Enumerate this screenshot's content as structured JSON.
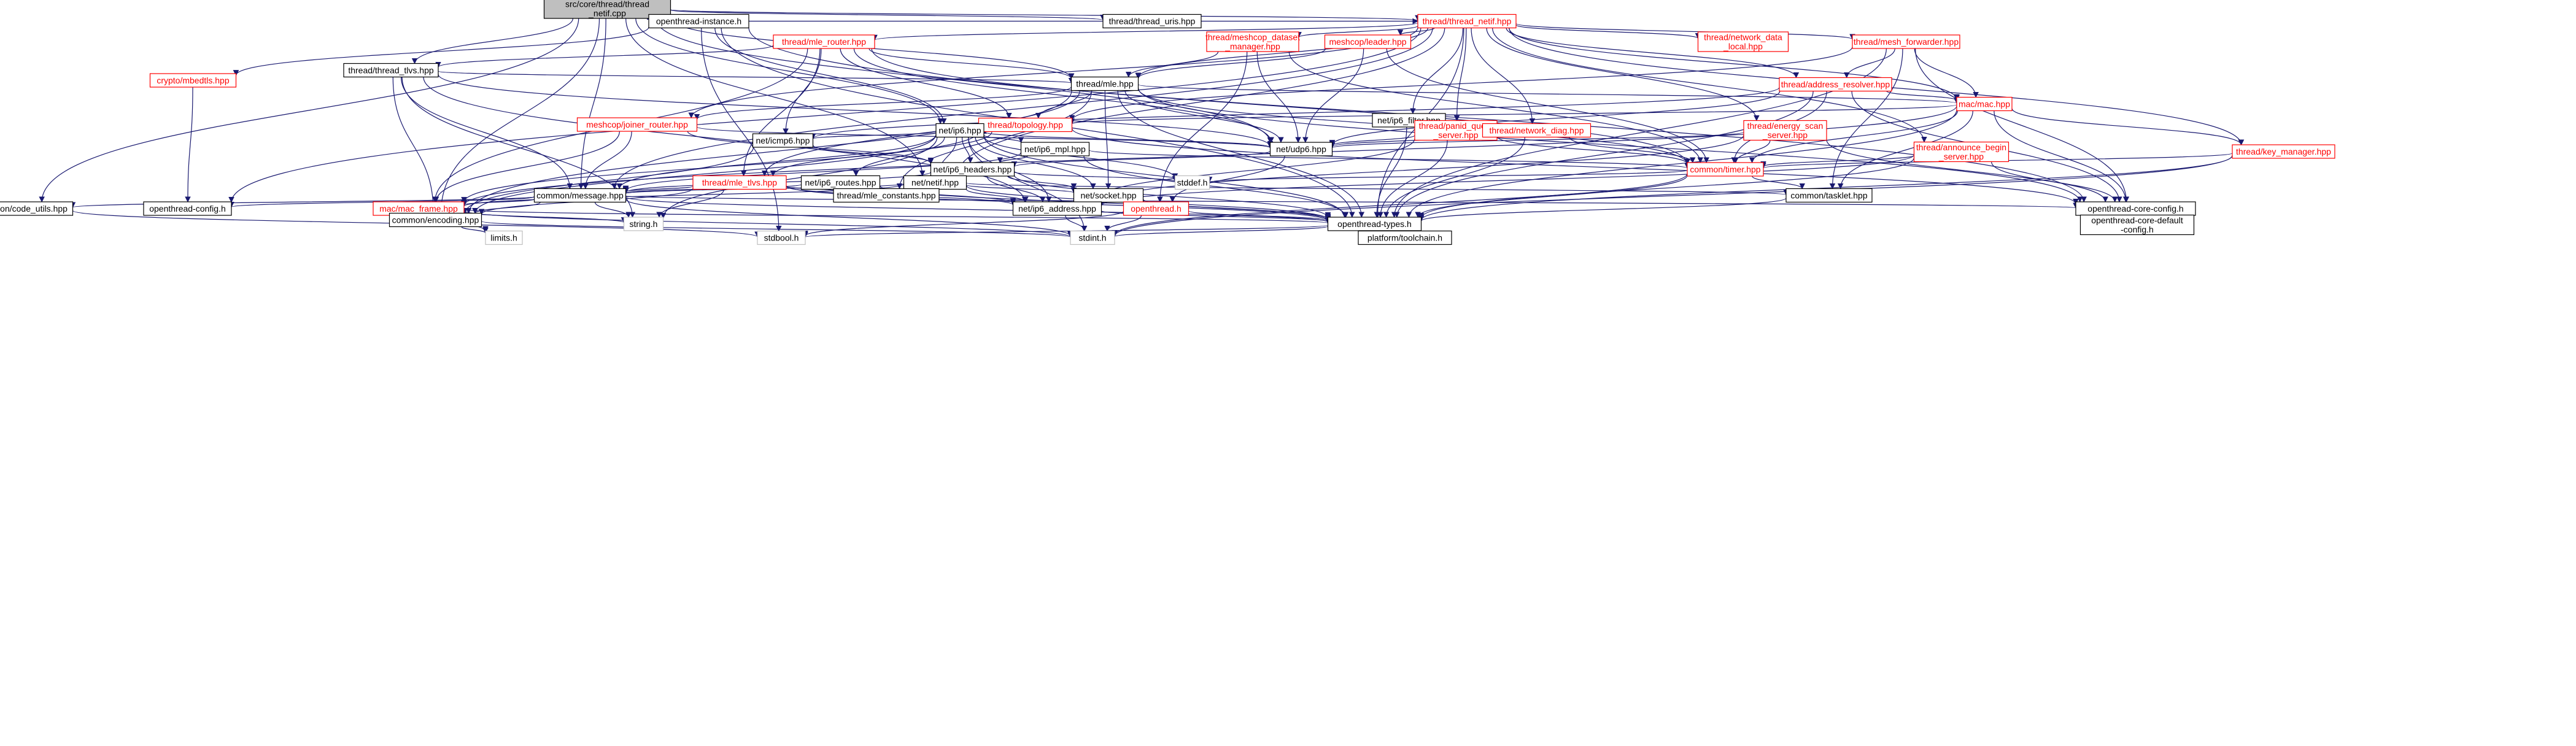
{
  "diagram": {
    "nodes": [
      {
        "id": "root",
        "lines": [
          "src/core/thread/thread",
          "_netif.cpp"
        ],
        "style": "root"
      },
      {
        "id": "openthread_instance",
        "lines": [
          "openthread-instance.h"
        ],
        "style": "black"
      },
      {
        "id": "thread_uris",
        "lines": [
          "thread/thread_uris.hpp"
        ],
        "style": "black"
      },
      {
        "id": "thread_netif",
        "lines": [
          "thread/thread_netif.hpp"
        ],
        "style": "red"
      },
      {
        "id": "mle_router",
        "lines": [
          "thread/mle_router.hpp"
        ],
        "style": "red"
      },
      {
        "id": "thread_tlvs",
        "lines": [
          "thread/thread_tlvs.hpp"
        ],
        "style": "black"
      },
      {
        "id": "meshcop_dataset_manager",
        "lines": [
          "thread/meshcop_dataset",
          "_manager.hpp"
        ],
        "style": "red"
      },
      {
        "id": "meshcop_leader",
        "lines": [
          "meshcop/leader.hpp"
        ],
        "style": "red"
      },
      {
        "id": "network_data_local",
        "lines": [
          "thread/network_data",
          "_local.hpp"
        ],
        "style": "red"
      },
      {
        "id": "mesh_forwarder",
        "lines": [
          "thread/mesh_forwarder.hpp"
        ],
        "style": "red"
      },
      {
        "id": "crypto_mbedtls",
        "lines": [
          "crypto/mbedtls.hpp"
        ],
        "style": "red"
      },
      {
        "id": "thread_mle",
        "lines": [
          "thread/mle.hpp"
        ],
        "style": "black"
      },
      {
        "id": "address_resolver",
        "lines": [
          "thread/address_resolver.hpp"
        ],
        "style": "red"
      },
      {
        "id": "mac_mac",
        "lines": [
          "mac/mac.hpp"
        ],
        "style": "red"
      },
      {
        "id": "topology",
        "lines": [
          "thread/topology.hpp"
        ],
        "style": "red"
      },
      {
        "id": "ip6_filter",
        "lines": [
          "net/ip6_filter.hpp"
        ],
        "style": "black"
      },
      {
        "id": "joiner_router",
        "lines": [
          "meshcop/joiner_router.hpp"
        ],
        "style": "red"
      },
      {
        "id": "net_ip6",
        "lines": [
          "net/ip6.hpp"
        ],
        "style": "black"
      },
      {
        "id": "panid_query_server",
        "lines": [
          "thread/panid_query",
          "_server.hpp"
        ],
        "style": "red"
      },
      {
        "id": "network_diag",
        "lines": [
          "thread/network_diag.hpp"
        ],
        "style": "red"
      },
      {
        "id": "energy_scan_server",
        "lines": [
          "thread/energy_scan",
          "_server.hpp"
        ],
        "style": "red"
      },
      {
        "id": "icmp6",
        "lines": [
          "net/icmp6.hpp"
        ],
        "style": "black"
      },
      {
        "id": "ip6_mpl",
        "lines": [
          "net/ip6_mpl.hpp"
        ],
        "style": "black"
      },
      {
        "id": "net_udp6",
        "lines": [
          "net/udp6.hpp"
        ],
        "style": "black"
      },
      {
        "id": "announce_begin_server",
        "lines": [
          "thread/announce_begin",
          "_server.hpp"
        ],
        "style": "red"
      },
      {
        "id": "key_manager",
        "lines": [
          "thread/key_manager.hpp"
        ],
        "style": "red"
      },
      {
        "id": "ip6_headers",
        "lines": [
          "net/ip6_headers.hpp"
        ],
        "style": "black"
      },
      {
        "id": "common_timer",
        "lines": [
          "common/timer.hpp"
        ],
        "style": "red"
      },
      {
        "id": "mle_tlvs",
        "lines": [
          "thread/mle_tlvs.hpp"
        ],
        "style": "red"
      },
      {
        "id": "ip6_routes",
        "lines": [
          "net/ip6_routes.hpp"
        ],
        "style": "black"
      },
      {
        "id": "net_netif",
        "lines": [
          "net/netif.hpp"
        ],
        "style": "black"
      },
      {
        "id": "stddef",
        "lines": [
          "stddef.h"
        ],
        "style": "gray"
      },
      {
        "id": "mle_constants",
        "lines": [
          "thread/mle_constants.hpp"
        ],
        "style": "black"
      },
      {
        "id": "net_socket",
        "lines": [
          "net/socket.hpp"
        ],
        "style": "black"
      },
      {
        "id": "common_tasklet",
        "lines": [
          "common/tasklet.hpp"
        ],
        "style": "black"
      },
      {
        "id": "common_message",
        "lines": [
          "common/message.hpp"
        ],
        "style": "black"
      },
      {
        "id": "common_code_utils",
        "lines": [
          "common/code_utils.hpp"
        ],
        "style": "black"
      },
      {
        "id": "openthread_config",
        "lines": [
          "openthread-config.h"
        ],
        "style": "black"
      },
      {
        "id": "mac_frame",
        "lines": [
          "mac/mac_frame.hpp"
        ],
        "style": "red"
      },
      {
        "id": "ip6_address",
        "lines": [
          "net/ip6_address.hpp"
        ],
        "style": "black"
      },
      {
        "id": "openthread_h",
        "lines": [
          "openthread.h"
        ],
        "style": "red"
      },
      {
        "id": "openthread_core_config",
        "lines": [
          "openthread-core-config.h"
        ],
        "style": "black"
      },
      {
        "id": "common_encoding",
        "lines": [
          "common/encoding.hpp"
        ],
        "style": "black"
      },
      {
        "id": "string_h",
        "lines": [
          "string.h"
        ],
        "style": "gray"
      },
      {
        "id": "openthread_types",
        "lines": [
          "openthread-types.h"
        ],
        "style": "black"
      },
      {
        "id": "core_default_config",
        "lines": [
          "openthread-core-default",
          "-config.h"
        ],
        "style": "black"
      },
      {
        "id": "limits_h",
        "lines": [
          "limits.h"
        ],
        "style": "gray"
      },
      {
        "id": "stdbool_h",
        "lines": [
          "stdbool.h"
        ],
        "style": "gray"
      },
      {
        "id": "stdint_h",
        "lines": [
          "stdint.h"
        ],
        "style": "gray"
      },
      {
        "id": "platform_toolchain",
        "lines": [
          "platform/toolchain.h"
        ],
        "style": "black"
      }
    ],
    "edges": [
      [
        "root",
        "openthread_instance"
      ],
      [
        "root",
        "thread_uris"
      ],
      [
        "root",
        "thread_netif"
      ],
      [
        "root",
        "thread_tlvs"
      ],
      [
        "root",
        "thread_mle"
      ],
      [
        "root",
        "net_ip6"
      ],
      [
        "root",
        "net_udp6"
      ],
      [
        "root",
        "net_netif"
      ],
      [
        "root",
        "common_message"
      ],
      [
        "root",
        "common_code_utils"
      ],
      [
        "root",
        "common_encoding"
      ],
      [
        "openthread_instance",
        "thread_netif"
      ],
      [
        "openthread_instance",
        "crypto_mbedtls"
      ],
      [
        "openthread_instance",
        "net_ip6"
      ],
      [
        "openthread_instance",
        "openthread_core_config"
      ],
      [
        "openthread_instance",
        "openthread_types"
      ],
      [
        "openthread_instance",
        "stdbool_h"
      ],
      [
        "thread_netif",
        "mle_router"
      ],
      [
        "thread_netif",
        "meshcop_dataset_manager"
      ],
      [
        "thread_netif",
        "meshcop_leader"
      ],
      [
        "thread_netif",
        "network_data_local"
      ],
      [
        "thread_netif",
        "mesh_forwarder"
      ],
      [
        "thread_netif",
        "address_resolver"
      ],
      [
        "thread_netif",
        "mac_mac"
      ],
      [
        "thread_netif",
        "thread_mle"
      ],
      [
        "thread_netif",
        "ip6_filter"
      ],
      [
        "thread_netif",
        "joiner_router"
      ],
      [
        "thread_netif",
        "panid_query_server"
      ],
      [
        "thread_netif",
        "network_diag"
      ],
      [
        "thread_netif",
        "energy_scan_server"
      ],
      [
        "thread_netif",
        "announce_begin_server"
      ],
      [
        "thread_netif",
        "key_manager"
      ],
      [
        "thread_netif",
        "net_netif"
      ],
      [
        "thread_netif",
        "openthread_config"
      ],
      [
        "thread_netif",
        "openthread_types"
      ],
      [
        "thread_netif",
        "common_message"
      ],
      [
        "mle_router",
        "thread_tlvs"
      ],
      [
        "mle_router",
        "thread_mle"
      ],
      [
        "mle_router",
        "topology"
      ],
      [
        "mle_router",
        "icmp6"
      ],
      [
        "mle_router",
        "net_udp6"
      ],
      [
        "mle_router",
        "common_timer"
      ],
      [
        "mle_router",
        "mle_tlvs"
      ],
      [
        "mle_router",
        "mac_frame"
      ],
      [
        "thread_tlvs",
        "thread_mle"
      ],
      [
        "thread_tlvs",
        "net_udp6"
      ],
      [
        "thread_tlvs",
        "common_message"
      ],
      [
        "thread_tlvs",
        "common_encoding"
      ],
      [
        "thread_tlvs",
        "string_h"
      ],
      [
        "thread_tlvs",
        "ip6_address"
      ],
      [
        "meshcop_dataset_manager",
        "thread_mle"
      ],
      [
        "meshcop_dataset_manager",
        "net_udp6"
      ],
      [
        "meshcop_dataset_manager",
        "common_timer"
      ],
      [
        "meshcop_dataset_manager",
        "openthread_h"
      ],
      [
        "meshcop_leader",
        "thread_mle"
      ],
      [
        "meshcop_leader",
        "net_udp6"
      ],
      [
        "meshcop_leader",
        "common_timer"
      ],
      [
        "mesh_forwarder",
        "address_resolver"
      ],
      [
        "mesh_forwarder",
        "mac_mac"
      ],
      [
        "mesh_forwarder",
        "topology"
      ],
      [
        "mesh_forwarder",
        "common_tasklet"
      ],
      [
        "mesh_forwarder",
        "openthread_core_config"
      ],
      [
        "mesh_forwarder",
        "openthread_types"
      ],
      [
        "crypto_mbedtls",
        "openthread_config"
      ],
      [
        "thread_mle",
        "mac_mac"
      ],
      [
        "thread_mle",
        "topology"
      ],
      [
        "thread_mle",
        "joiner_router"
      ],
      [
        "thread_mle",
        "net_udp6"
      ],
      [
        "thread_mle",
        "net_socket"
      ],
      [
        "thread_mle",
        "common_timer"
      ],
      [
        "thread_mle",
        "mle_constants"
      ],
      [
        "thread_mle",
        "mle_tlvs"
      ],
      [
        "thread_mle",
        "common_encoding"
      ],
      [
        "thread_mle",
        "openthread_types"
      ],
      [
        "thread_mle",
        "openthread_core_config"
      ],
      [
        "address_resolver",
        "mac_mac"
      ],
      [
        "address_resolver",
        "icmp6"
      ],
      [
        "address_resolver",
        "net_udp6"
      ],
      [
        "address_resolver",
        "common_timer"
      ],
      [
        "address_resolver",
        "openthread_types"
      ],
      [
        "address_resolver",
        "openthread_core_config"
      ],
      [
        "mac_mac",
        "topology"
      ],
      [
        "mac_mac",
        "common_timer"
      ],
      [
        "mac_mac",
        "common_tasklet"
      ],
      [
        "mac_mac",
        "key_manager"
      ],
      [
        "mac_mac",
        "mac_frame"
      ],
      [
        "mac_mac",
        "openthread_core_config"
      ],
      [
        "mac_mac",
        "openthread_types"
      ],
      [
        "topology",
        "net_ip6"
      ],
      [
        "topology",
        "mle_tlvs"
      ],
      [
        "topology",
        "mac_frame"
      ],
      [
        "topology",
        "openthread_core_config"
      ],
      [
        "ip6_filter",
        "openthread_types"
      ],
      [
        "joiner_router",
        "net_udp6"
      ],
      [
        "joiner_router",
        "common_message"
      ],
      [
        "joiner_router",
        "mac_frame"
      ],
      [
        "joiner_router",
        "ip6_headers"
      ],
      [
        "net_ip6",
        "icmp6"
      ],
      [
        "net_ip6",
        "ip6_mpl"
      ],
      [
        "net_ip6",
        "net_udp6"
      ],
      [
        "net_ip6",
        "ip6_headers"
      ],
      [
        "net_ip6",
        "ip6_routes"
      ],
      [
        "net_ip6",
        "net_netif"
      ],
      [
        "net_ip6",
        "stddef"
      ],
      [
        "net_ip6",
        "net_socket"
      ],
      [
        "net_ip6",
        "common_message"
      ],
      [
        "net_ip6",
        "common_encoding"
      ],
      [
        "net_ip6",
        "string_h"
      ],
      [
        "net_ip6",
        "ip6_address"
      ],
      [
        "net_ip6",
        "openthread_types"
      ],
      [
        "net_ip6",
        "stdint_h"
      ],
      [
        "panid_query_server",
        "net_udp6"
      ],
      [
        "panid_query_server",
        "common_timer"
      ],
      [
        "panid_query_server",
        "openthread_types"
      ],
      [
        "panid_query_server",
        "ip6_address"
      ],
      [
        "network_diag",
        "net_udp6"
      ],
      [
        "network_diag",
        "common_timer"
      ],
      [
        "network_diag",
        "openthread_types"
      ],
      [
        "energy_scan_server",
        "net_udp6"
      ],
      [
        "energy_scan_server",
        "common_timer"
      ],
      [
        "energy_scan_server",
        "openthread_core_config"
      ],
      [
        "energy_scan_server",
        "ip6_address"
      ],
      [
        "icmp6",
        "ip6_headers"
      ],
      [
        "icmp6",
        "common_encoding"
      ],
      [
        "ip6_mpl",
        "ip6_headers"
      ],
      [
        "ip6_mpl",
        "common_timer"
      ],
      [
        "ip6_mpl",
        "common_message"
      ],
      [
        "ip6_mpl",
        "openthread_types"
      ],
      [
        "net_udp6",
        "ip6_headers"
      ],
      [
        "net_udp6",
        "openthread_h"
      ],
      [
        "announce_begin_server",
        "common_timer"
      ],
      [
        "announce_begin_server",
        "openthread_core_config"
      ],
      [
        "announce_begin_server",
        "ip6_address"
      ],
      [
        "announce_begin_server",
        "openthread_types"
      ],
      [
        "key_manager",
        "common_timer"
      ],
      [
        "key_manager",
        "openthread_types"
      ],
      [
        "key_manager",
        "stdint_h"
      ],
      [
        "ip6_headers",
        "net_netif"
      ],
      [
        "ip6_headers",
        "stddef"
      ],
      [
        "ip6_headers",
        "net_socket"
      ],
      [
        "ip6_headers",
        "common_message"
      ],
      [
        "ip6_headers",
        "ip6_address"
      ],
      [
        "ip6_headers",
        "openthread_types"
      ],
      [
        "common_timer",
        "common_tasklet"
      ],
      [
        "common_timer",
        "stddef"
      ],
      [
        "common_timer",
        "openthread_types"
      ],
      [
        "common_timer",
        "stdint_h"
      ],
      [
        "mle_tlvs",
        "mle_constants"
      ],
      [
        "mle_tlvs",
        "common_message"
      ],
      [
        "mle_tlvs",
        "common_encoding"
      ],
      [
        "mle_tlvs",
        "string_h"
      ],
      [
        "mle_tlvs",
        "ip6_address"
      ],
      [
        "mle_tlvs",
        "openthread_types"
      ],
      [
        "ip6_routes",
        "common_message"
      ],
      [
        "ip6_routes",
        "ip6_address"
      ],
      [
        "ip6_routes",
        "openthread_types"
      ],
      [
        "net_netif",
        "net_socket"
      ],
      [
        "net_netif",
        "common_tasklet"
      ],
      [
        "net_netif",
        "common_message"
      ],
      [
        "net_netif",
        "mac_frame"
      ],
      [
        "net_netif",
        "ip6_address"
      ],
      [
        "net_netif",
        "openthread_types"
      ],
      [
        "net_socket",
        "ip6_address"
      ],
      [
        "net_socket",
        "openthread_types"
      ],
      [
        "common_tasklet",
        "openthread_types"
      ],
      [
        "common_message",
        "common_code_utils"
      ],
      [
        "common_message",
        "openthread_config"
      ],
      [
        "common_message",
        "mac_frame"
      ],
      [
        "common_message",
        "common_encoding"
      ],
      [
        "common_message",
        "string_h"
      ],
      [
        "common_message",
        "openthread_core_config"
      ],
      [
        "common_message",
        "openthread_types"
      ],
      [
        "common_message",
        "stdint_h"
      ],
      [
        "common_code_utils",
        "stdbool_h"
      ],
      [
        "mac_frame",
        "common_encoding"
      ],
      [
        "mac_frame",
        "string_h"
      ],
      [
        "mac_frame",
        "limits_h"
      ],
      [
        "mac_frame",
        "stdint_h"
      ],
      [
        "mac_frame",
        "openthread_types"
      ],
      [
        "ip6_address",
        "openthread_types"
      ],
      [
        "ip6_address",
        "stdint_h"
      ],
      [
        "openthread_h",
        "openthread_types"
      ],
      [
        "openthread_h",
        "stdbool_h"
      ],
      [
        "openthread_h",
        "stdint_h"
      ],
      [
        "openthread_core_config",
        "core_default_config"
      ],
      [
        "common_encoding",
        "limits_h"
      ],
      [
        "common_encoding",
        "stdint_h"
      ],
      [
        "openthread_types",
        "stdbool_h"
      ],
      [
        "openthread_types",
        "stdint_h"
      ],
      [
        "openthread_types",
        "platform_toolchain"
      ]
    ]
  }
}
